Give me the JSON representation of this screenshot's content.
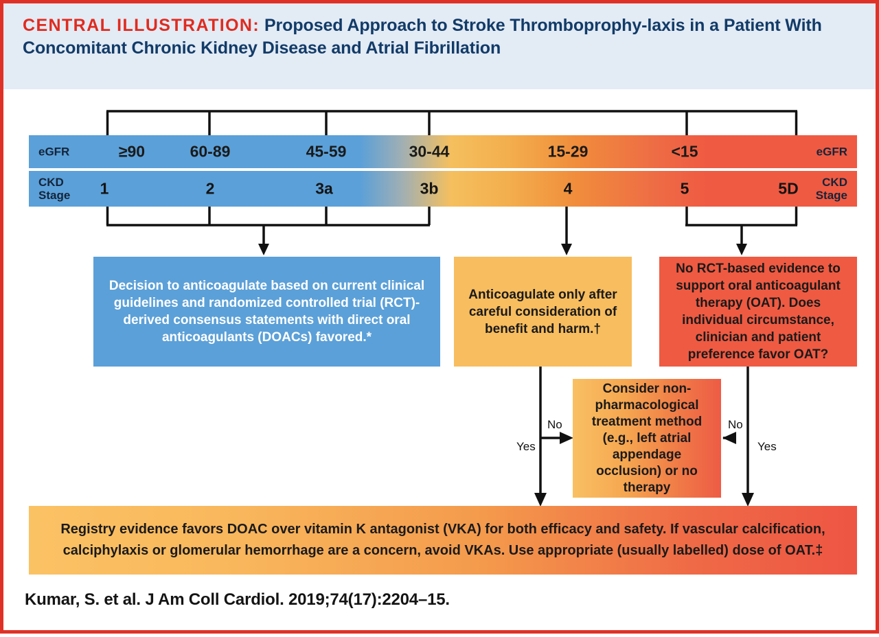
{
  "header": {
    "label": "CENTRAL ILLUSTRATION:",
    "title": " Proposed Approach to Stroke Thromboprophy-laxis in a Patient With Concomitant Chronic Kidney Disease and Atrial Fibrillation"
  },
  "scale": {
    "egfr_label_left": "eGFR",
    "egfr_label_right": "eGFR",
    "ckd_label_left": "CKD\nStage",
    "ckd_label_right": "CKD\nStage",
    "egfr_values": [
      "≥90",
      "60-89",
      "45-59",
      "30-44",
      "15-29",
      "<15"
    ],
    "ckd_values": [
      "1",
      "2",
      "3a",
      "3b",
      "4",
      "5",
      "5D"
    ]
  },
  "boxes": {
    "blue": "Decision to anticoagulate based on current clinical guidelines and randomized controlled trial (RCT)-derived consensus statements with direct oral anticoagulants (DOACs) favored.*",
    "orange": "Anticoagulate only after careful consideration of benefit and harm.†",
    "red": "No RCT-based evidence to support oral anticoagulant therapy (OAT). Does individual circumstance, clinician and patient preference favor OAT?",
    "consider": "Consider non-pharmacological treatment method (e.g., left atrial appendage occlusion) or no therapy",
    "banner": "Registry evidence favors DOAC over vitamin K antagonist (VKA) for both efficacy and safety. If vascular calcification, calciphylaxis or glomerular hemorrhage are a concern, avoid VKAs. Use appropriate (usually labelled) dose of OAT.‡"
  },
  "branches": {
    "left_yes": "Yes",
    "left_no": "No",
    "right_no": "No",
    "right_yes": "Yes"
  },
  "citation": "Kumar, S. et al. J Am Coll Cardiol. 2019;74(17):2204–15.",
  "colors": {
    "border": "#E03127",
    "header_bg": "#E3EBF5",
    "header_accent": "#E02B1F",
    "header_title": "#123B68",
    "blue": "#5BA0D8",
    "orange": "#F8BD5E",
    "red": "#EF5A42"
  }
}
